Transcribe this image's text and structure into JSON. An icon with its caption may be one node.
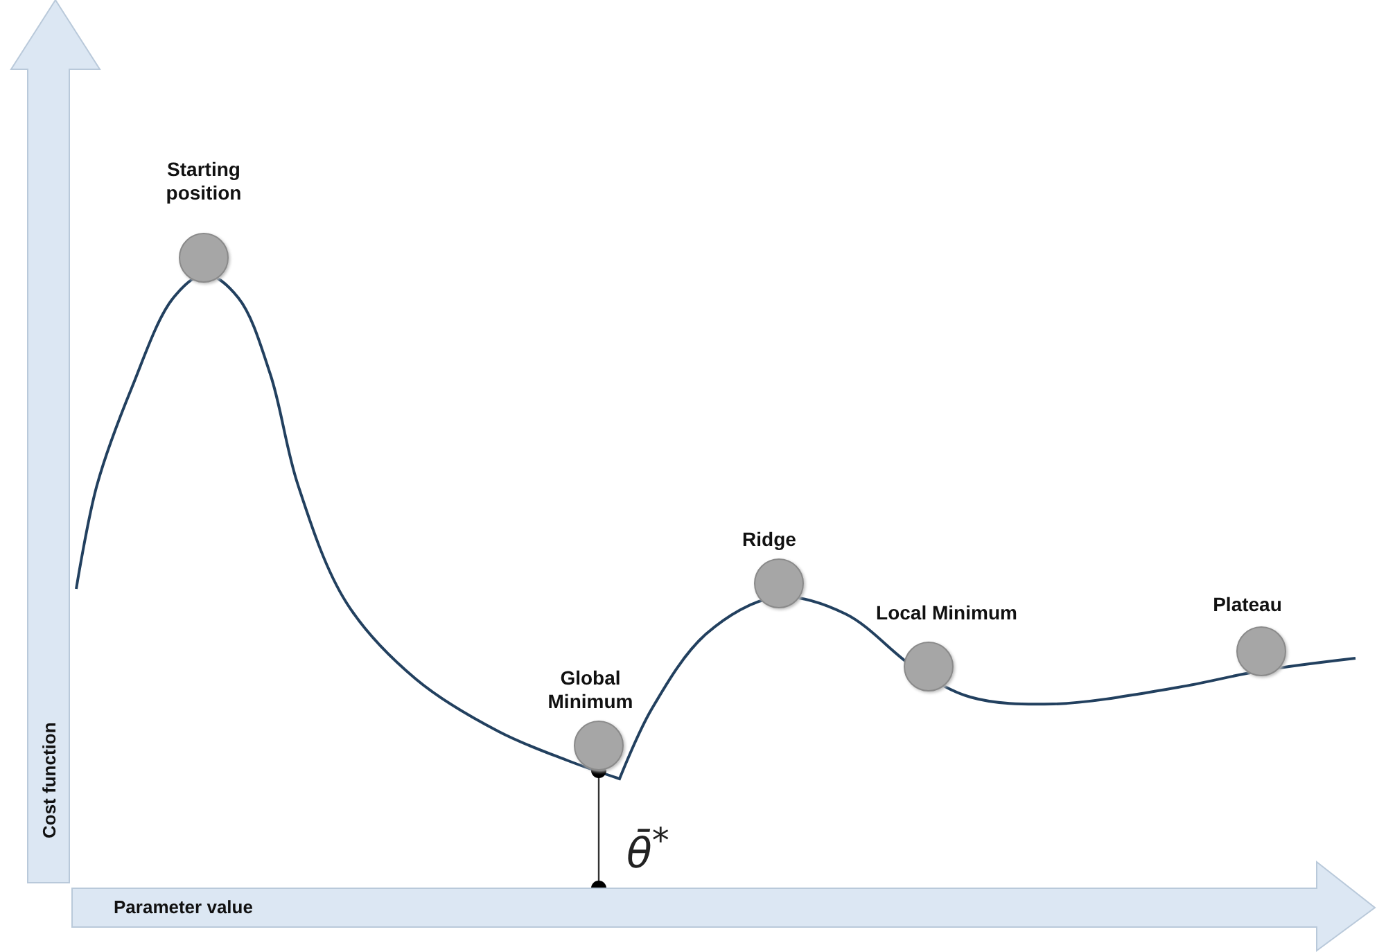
{
  "diagram": {
    "nodes": [
      {
        "text": [
          "Cost function"
        ]
      },
      {
        "text": [
          "Parameter value"
        ]
      },
      {
        "text": [
          "Starting position"
        ]
      },
      {
        "text": [
          "Global Minimum"
        ]
      },
      {
        "text": [
          "Ridge"
        ]
      },
      {
        "text": [
          "Local Minimum"
        ]
      },
      {
        "text": [
          "Plateau"
        ]
      }
    ],
    "edges": [
      {
        "from": 3,
        "to": 1,
        "arrow": "other",
        "label": "θ̄$^{*}$"
      }
    ]
  }
}
